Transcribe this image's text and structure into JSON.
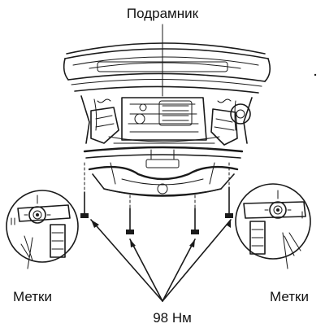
{
  "labels": {
    "subframe": "Подрамник",
    "marks_left": "Метки",
    "marks_right": "Метки",
    "torque": "98 Нм"
  },
  "colors": {
    "ink": "#1a1a1a",
    "background": "#ffffff"
  }
}
